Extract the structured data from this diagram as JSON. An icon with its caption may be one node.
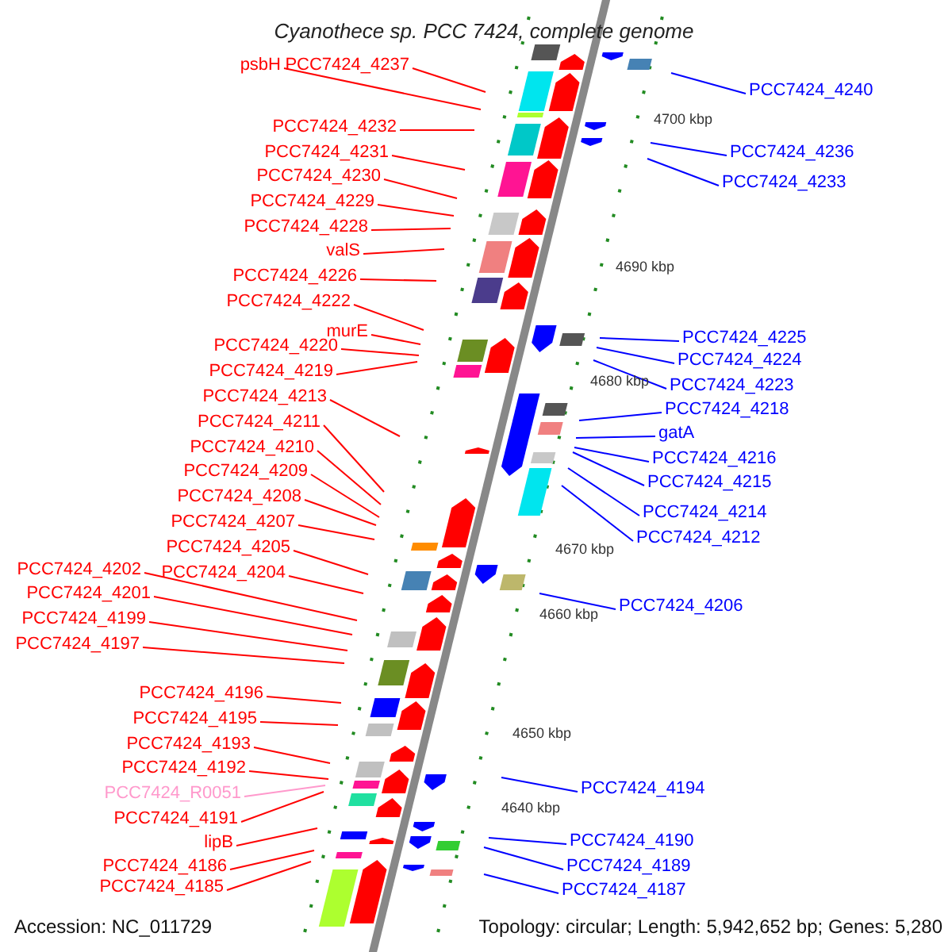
{
  "diagram": {
    "title": "Cyanothece sp. PCC 7424, complete genome",
    "nodes": [
      {
        "text": [
          "psbH"
        ]
      },
      {
        "text": [
          "PCC7424_4237"
        ]
      },
      {
        "text": [
          "PCC7424_4232"
        ]
      },
      {
        "text": [
          "PCC7424_4231"
        ]
      },
      {
        "text": [
          "PCC7424_4230"
        ]
      },
      {
        "text": [
          "PCC7424_4229"
        ]
      },
      {
        "text": [
          "PCC7424_4228"
        ]
      },
      {
        "text": [
          "valS"
        ]
      },
      {
        "text": [
          "PCC7424_4226"
        ]
      },
      {
        "text": [
          "PCC7424_4222"
        ]
      },
      {
        "text": [
          "murE"
        ]
      },
      {
        "text": [
          "PCC7424_4220"
        ]
      },
      {
        "text": [
          "PCC7424_4219"
        ]
      },
      {
        "text": [
          "PCC7424_4213"
        ]
      },
      {
        "text": [
          "PCC7424_4211"
        ]
      },
      {
        "text": [
          "PCC7424_4210"
        ]
      },
      {
        "text": [
          "PCC7424_4209"
        ]
      },
      {
        "text": [
          "PCC7424_4208"
        ]
      },
      {
        "text": [
          "PCC7424_4207"
        ]
      },
      {
        "text": [
          "PCC7424_4205"
        ]
      },
      {
        "text": [
          "PCC7424_4204"
        ]
      },
      {
        "text": [
          "PCC7424_4202"
        ]
      },
      {
        "text": [
          "PCC7424_4201"
        ]
      },
      {
        "text": [
          "PCC7424_4199"
        ]
      },
      {
        "text": [
          "PCC7424_4197"
        ]
      },
      {
        "text": [
          "PCC7424_4196"
        ]
      },
      {
        "text": [
          "PCC7424_4195"
        ]
      },
      {
        "text": [
          "PCC7424_4193"
        ]
      },
      {
        "text": [
          "PCC7424_4192"
        ]
      },
      {
        "text": [
          "PCC7424_R0051"
        ]
      },
      {
        "text": [
          "PCC7424_4191"
        ]
      },
      {
        "text": [
          "lipB"
        ]
      },
      {
        "text": [
          "PCC7424_4186"
        ]
      },
      {
        "text": [
          "PCC7424_4185"
        ]
      },
      {
        "text": [
          "PCC7424_4240"
        ]
      },
      {
        "text": [
          "PCC7424_4236"
        ]
      },
      {
        "text": [
          "PCC7424_4233"
        ]
      },
      {
        "text": [
          "PCC7424_4225"
        ]
      },
      {
        "text": [
          "PCC7424_4224"
        ]
      },
      {
        "text": [
          "PCC7424_4223"
        ]
      },
      {
        "text": [
          "PCC7424_4218"
        ]
      },
      {
        "text": [
          "gatA"
        ]
      },
      {
        "text": [
          "PCC7424_4216"
        ]
      },
      {
        "text": [
          "PCC7424_4215"
        ]
      },
      {
        "text": [
          "PCC7424_4214"
        ]
      },
      {
        "text": [
          "PCC7424_4212"
        ]
      },
      {
        "text": [
          "PCC7424_4206"
        ]
      },
      {
        "text": [
          "PCC7424_4194"
        ]
      },
      {
        "text": [
          "PCC7424_4190"
        ]
      },
      {
        "text": [
          "PCC7424_4189"
        ]
      },
      {
        "text": [
          "PCC7424_4187"
        ]
      }
    ],
    "edges": [
      {
        "from": 0,
        "to": null,
        "arrow": "none"
      },
      {
        "from": 1,
        "to": null,
        "arrow": "none"
      },
      {
        "from": 2,
        "to": null,
        "arrow": "none"
      },
      {
        "from": 3,
        "to": null,
        "arrow": "none"
      },
      {
        "from": 4,
        "to": null,
        "arrow": "none"
      },
      {
        "from": 5,
        "to": null,
        "arrow": "none"
      },
      {
        "from": 6,
        "to": null,
        "arrow": "none"
      },
      {
        "from": 7,
        "to": null,
        "arrow": "none"
      },
      {
        "from": 8,
        "to": null,
        "arrow": "none"
      },
      {
        "from": 9,
        "to": null,
        "arrow": "none"
      },
      {
        "from": 10,
        "to": null,
        "arrow": "none"
      },
      {
        "from": 11,
        "to": null,
        "arrow": "none"
      },
      {
        "from": 12,
        "to": null,
        "arrow": "none"
      },
      {
        "from": 13,
        "to": null,
        "arrow": "none"
      },
      {
        "from": 14,
        "to": null,
        "arrow": "none"
      },
      {
        "from": 15,
        "to": null,
        "arrow": "none"
      },
      {
        "from": 16,
        "to": null,
        "arrow": "none"
      },
      {
        "from": 17,
        "to": null,
        "arrow": "none"
      },
      {
        "from": 18,
        "to": null,
        "arrow": "none"
      },
      {
        "from": 19,
        "to": null,
        "arrow": "none"
      },
      {
        "from": 20,
        "to": null,
        "arrow": "none"
      },
      {
        "from": 21,
        "to": null,
        "arrow": "none"
      },
      {
        "from": 22,
        "to": null,
        "arrow": "none"
      },
      {
        "from": 23,
        "to": null,
        "arrow": "none"
      },
      {
        "from": 24,
        "to": null,
        "arrow": "none"
      },
      {
        "from": 25,
        "to": null,
        "arrow": "none"
      },
      {
        "from": 26,
        "to": null,
        "arrow": "none"
      },
      {
        "from": 27,
        "to": null,
        "arrow": "none"
      },
      {
        "from": 28,
        "to": null,
        "arrow": "none"
      },
      {
        "from": 29,
        "to": null,
        "arrow": "none",
        "color": "#ff99cc"
      },
      {
        "from": 30,
        "to": null,
        "arrow": "none"
      },
      {
        "from": 31,
        "to": null,
        "arrow": "none"
      },
      {
        "from": 32,
        "to": null,
        "arrow": "none"
      },
      {
        "from": 33,
        "to": null,
        "arrow": "none"
      },
      {
        "from": 34,
        "to": null,
        "arrow": "none",
        "color": "#0000ff"
      },
      {
        "from": 35,
        "to": null,
        "arrow": "none",
        "color": "#0000ff"
      },
      {
        "from": 36,
        "to": null,
        "arrow": "none",
        "color": "#0000ff"
      },
      {
        "from": 37,
        "to": null,
        "arrow": "none",
        "color": "#0000ff"
      },
      {
        "from": 38,
        "to": null,
        "arrow": "none",
        "color": "#0000ff"
      },
      {
        "from": 39,
        "to": null,
        "arrow": "none",
        "color": "#0000ff"
      },
      {
        "from": 40,
        "to": null,
        "arrow": "none",
        "color": "#0000ff"
      },
      {
        "from": 41,
        "to": null,
        "arrow": "none",
        "color": "#0000ff"
      },
      {
        "from": 42,
        "to": null,
        "arrow": "none",
        "color": "#0000ff"
      },
      {
        "from": 43,
        "to": null,
        "arrow": "none",
        "color": "#0000ff"
      },
      {
        "from": 44,
        "to": null,
        "arrow": "none",
        "color": "#0000ff"
      },
      {
        "from": 45,
        "to": null,
        "arrow": "none",
        "color": "#0000ff"
      },
      {
        "from": 46,
        "to": null,
        "arrow": "none",
        "color": "#0000ff"
      },
      {
        "from": 47,
        "to": null,
        "arrow": "none",
        "color": "#0000ff"
      },
      {
        "from": 48,
        "to": null,
        "arrow": "none",
        "color": "#0000ff"
      },
      {
        "from": 49,
        "to": null,
        "arrow": "none",
        "color": "#0000ff"
      },
      {
        "from": 50,
        "to": null,
        "arrow": "none",
        "color": "#0000ff"
      }
    ],
    "labels": [
      "4700 kbp",
      "4690 kbp",
      "4680 kbp",
      "4670 kbp",
      "4660 kbp",
      "4650 kbp",
      "4640 kbp",
      "Accession: NC_011729",
      "Topology: circular; Length: 5,942,652 bp; Genes: 5,280"
    ]
  }
}
